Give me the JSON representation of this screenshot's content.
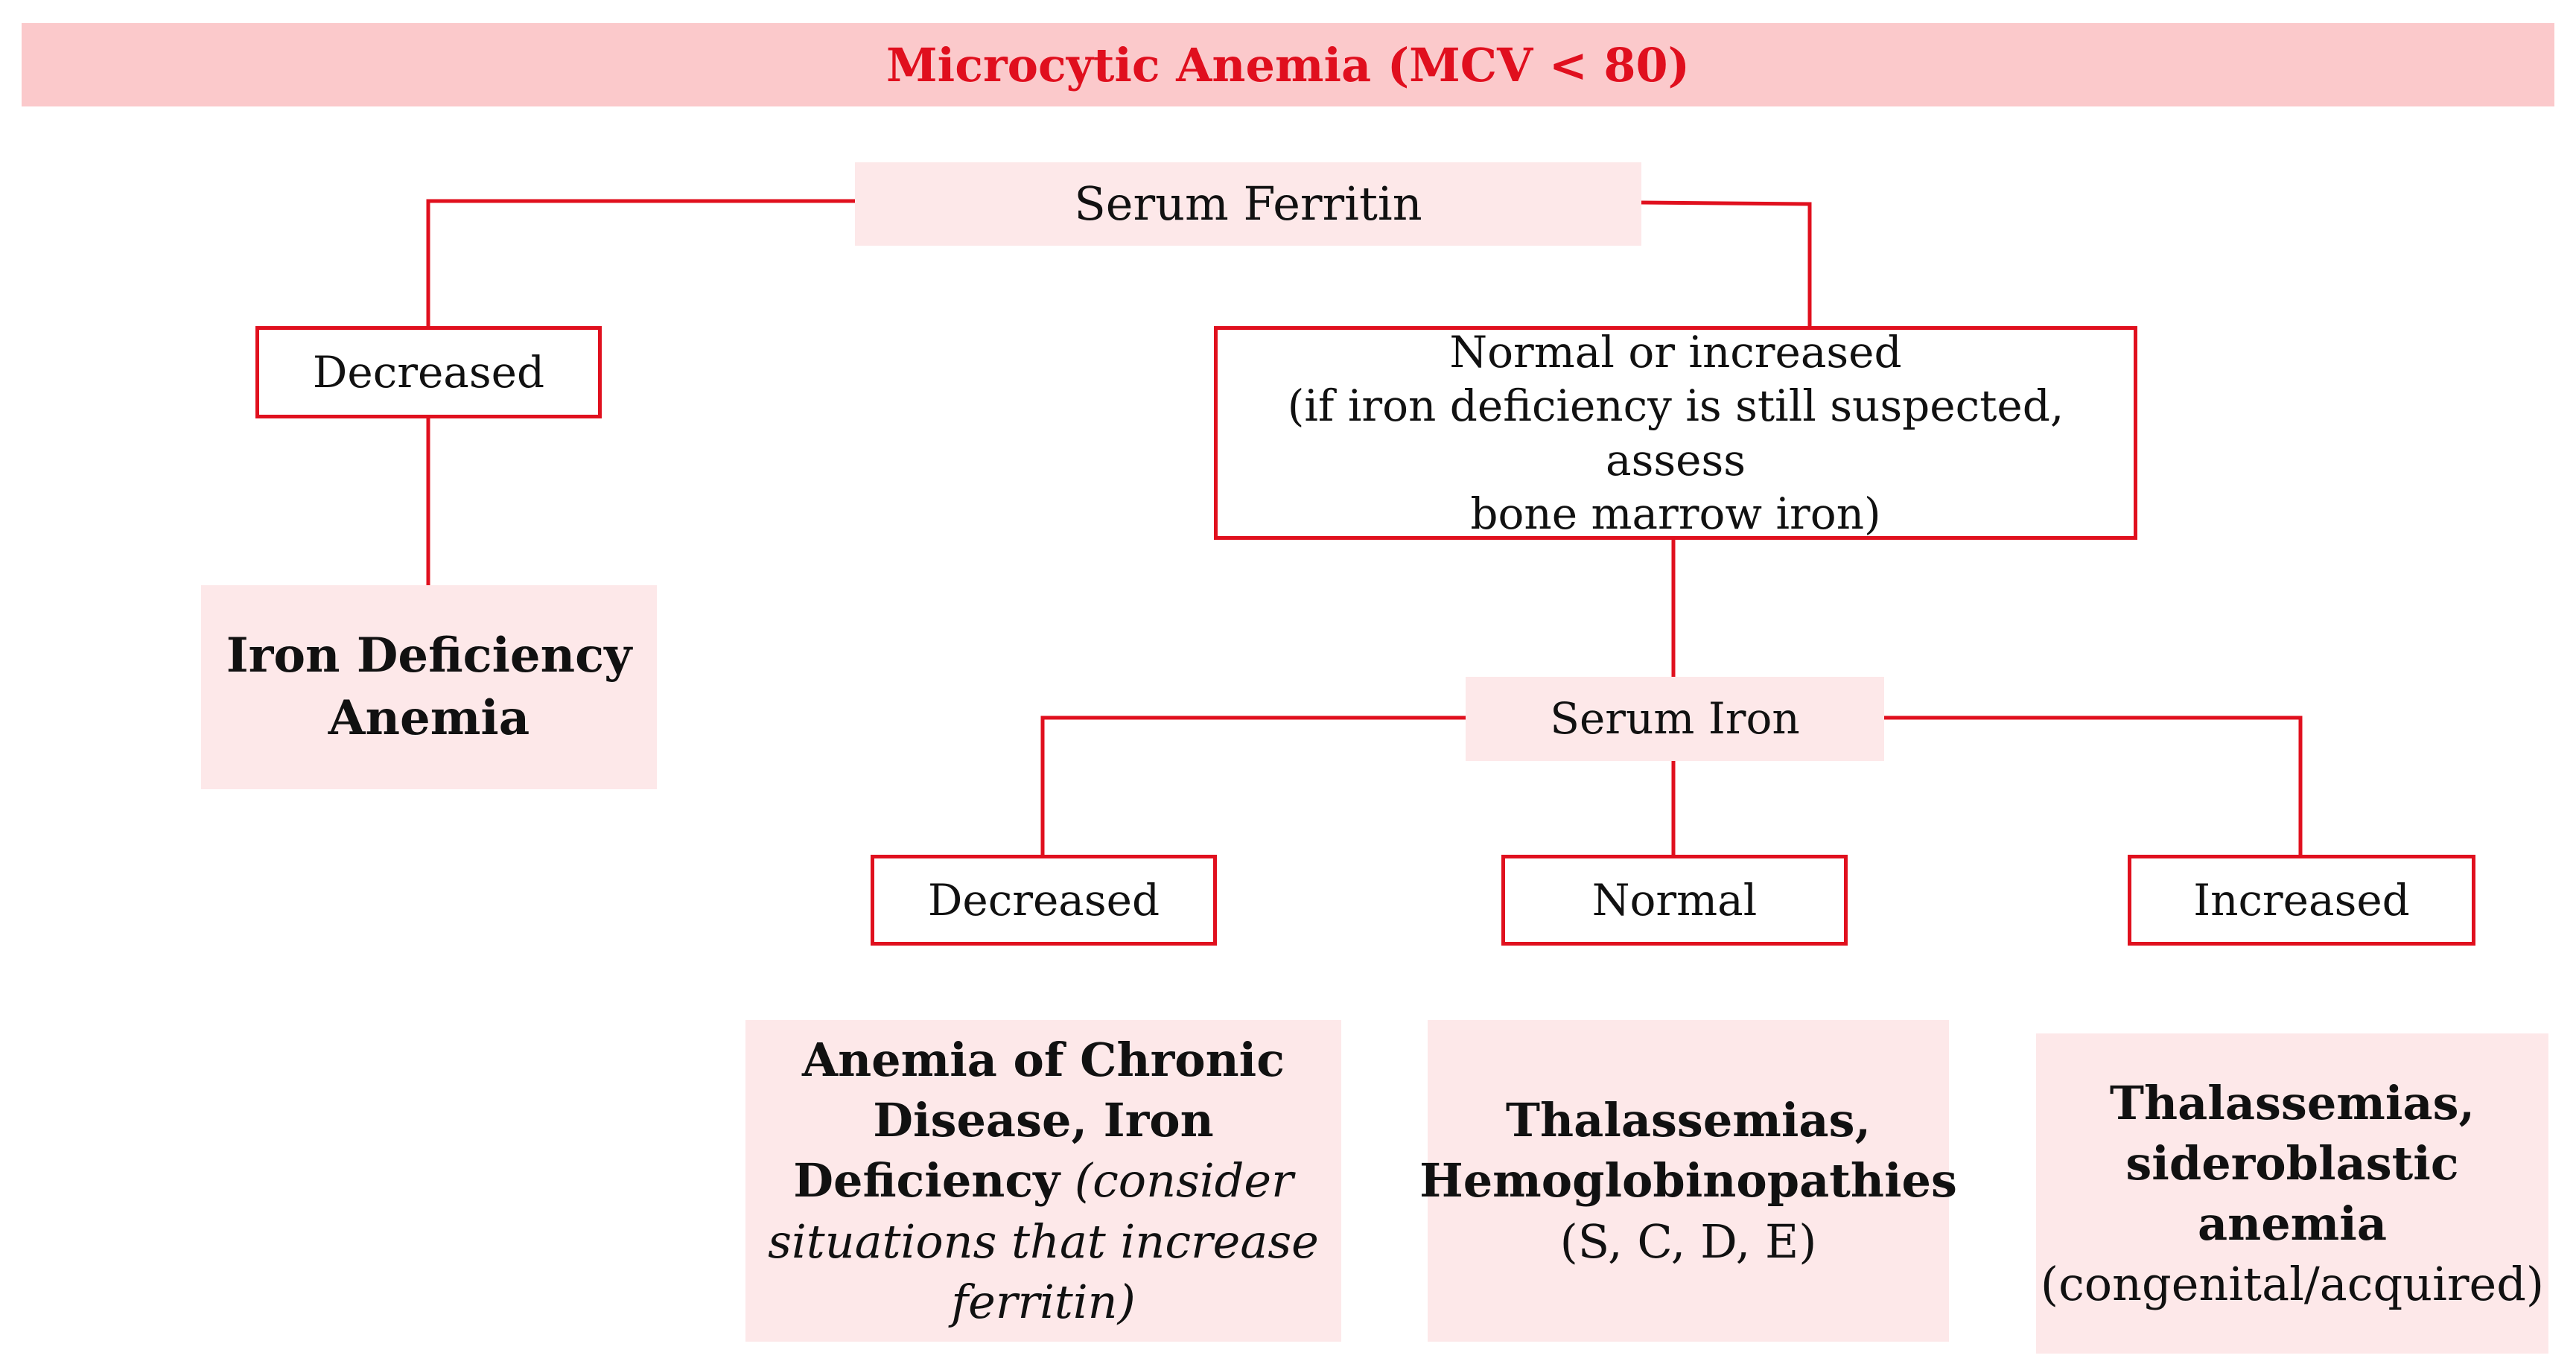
{
  "title": "Microcytic Anemia (MCV < 80)",
  "nodes": {
    "serum_ferritin": "Serum Ferritin",
    "ferritin_decreased": "Decreased",
    "ferritin_normal_increased": {
      "line1": "Normal or increased",
      "line2": "(if iron deficiency is still suspected, assess",
      "line3": "bone marrow iron)"
    },
    "iron_deficiency_anemia": {
      "line1": "Iron Deficiency",
      "line2": "Anemia"
    },
    "serum_iron": "Serum Iron",
    "iron_decreased": "Decreased",
    "iron_normal": "Normal",
    "iron_increased": "Increased",
    "result_decreased": {
      "line1": "Anemia of Chronic",
      "line2": "Disease, Iron",
      "line3_bold": "Deficiency",
      "line3_italic": " (consider",
      "line4": "situations that increase",
      "line5": "ferritin)"
    },
    "result_normal": {
      "line1": "Thalassemias,",
      "line2": "Hemoglobinopathies",
      "line3": "(S, C, D, E)"
    },
    "result_increased": {
      "line1": "Thalassemias,",
      "line2": "sideroblastic anemia",
      "line3": "(congenital/acquired)"
    }
  },
  "colors": {
    "accent_red": "#e0101e",
    "title_fill": "#fbc9cb",
    "box_fill": "#fde8e9"
  }
}
